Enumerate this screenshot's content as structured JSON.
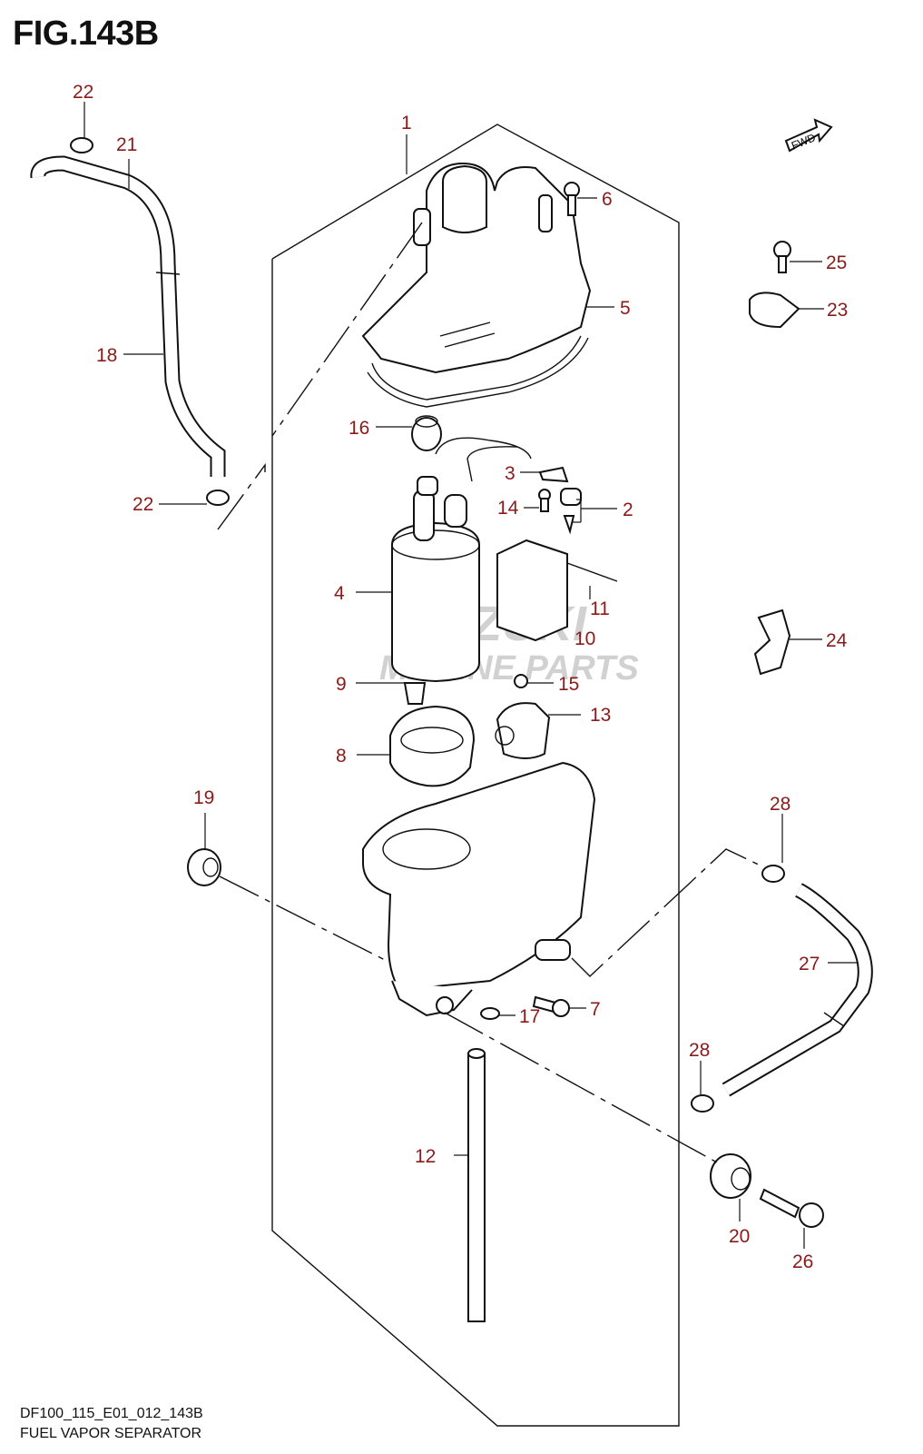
{
  "figure_title": "FIG.143B",
  "fwd_label": "FWD",
  "watermark": {
    "line1": "SUZUKI",
    "line2": "MARINE PARTS"
  },
  "footer": {
    "code": "DF100_115_E01_012_143B",
    "name": "FUEL VAPOR SEPARATOR"
  },
  "callouts": [
    "1",
    "2",
    "3",
    "4",
    "5",
    "6",
    "7",
    "8",
    "9",
    "10",
    "11",
    "12",
    "13",
    "14",
    "15",
    "16",
    "17",
    "18",
    "19",
    "20",
    "21",
    "22",
    "22",
    "23",
    "24",
    "25",
    "26",
    "27",
    "28",
    "28"
  ],
  "colors": {
    "callout_text": "#8b1a1a",
    "lines": "#111111"
  }
}
